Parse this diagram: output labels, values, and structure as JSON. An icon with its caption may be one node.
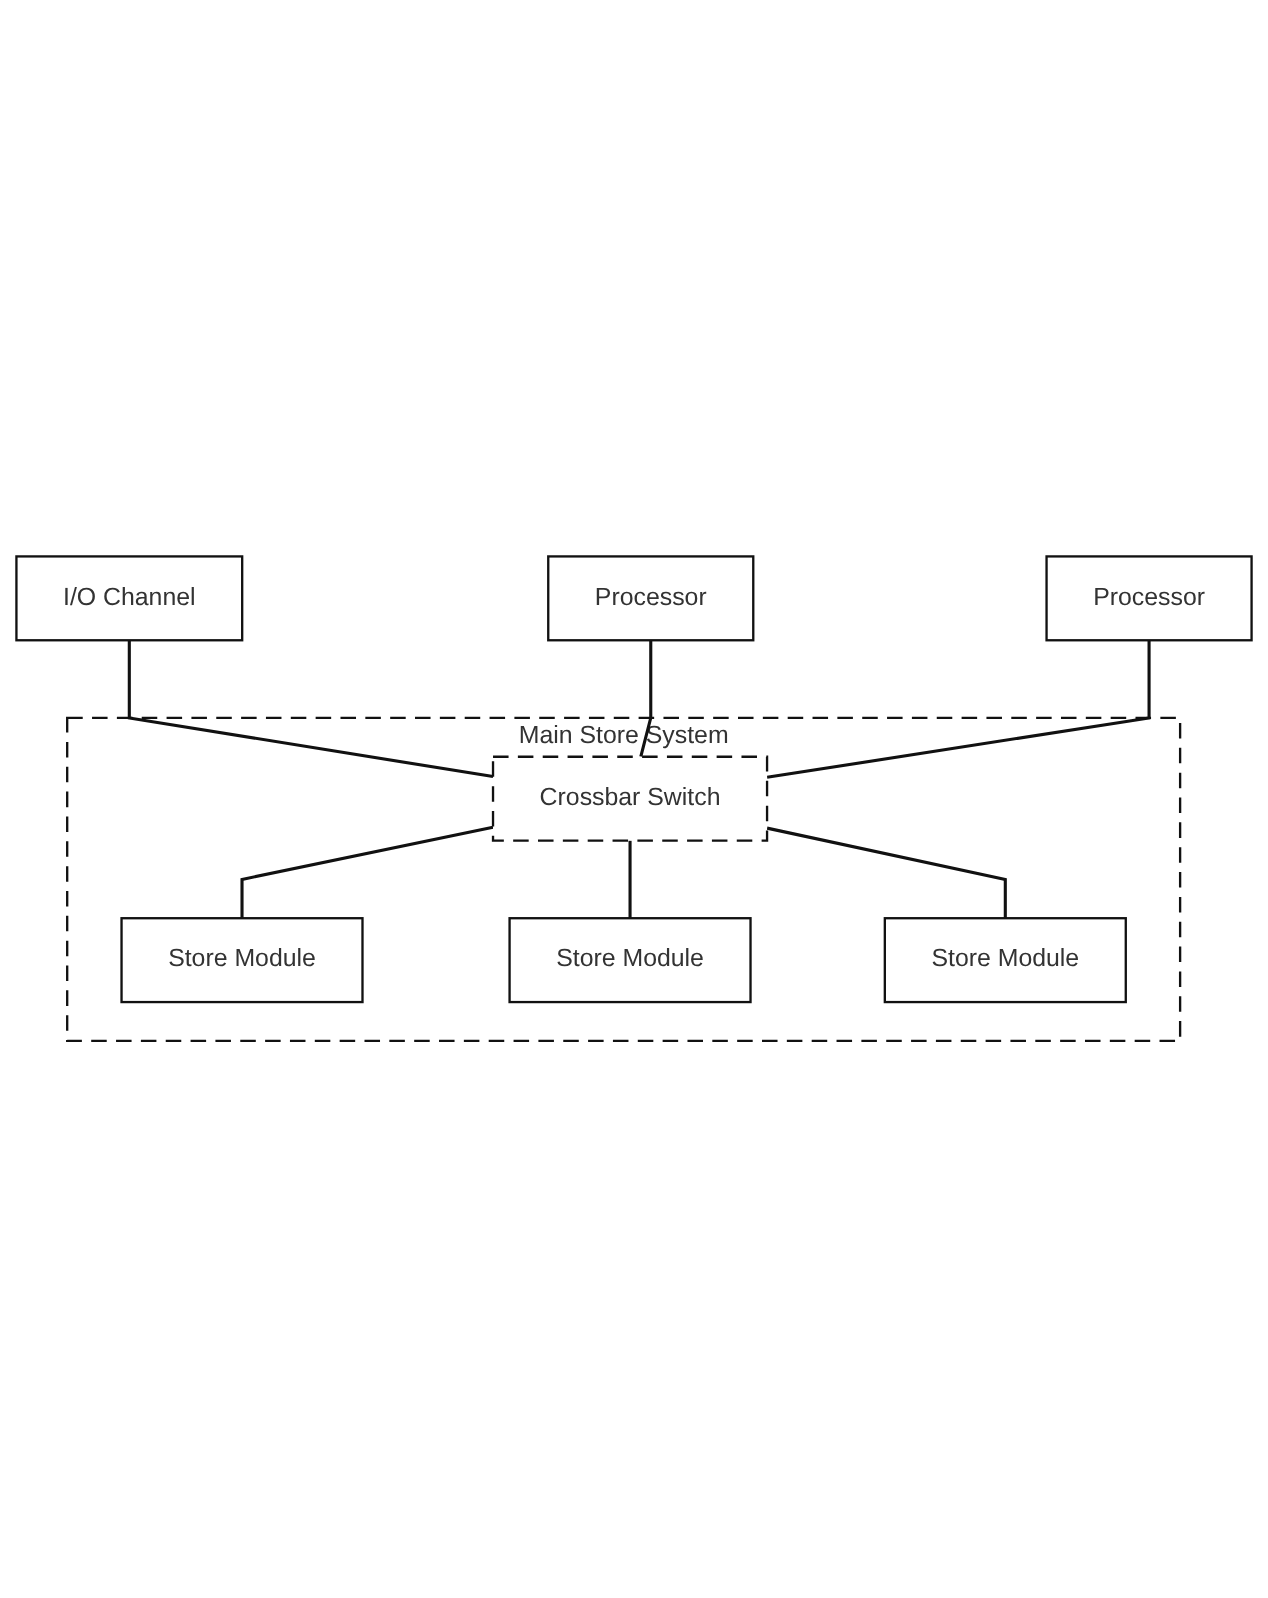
{
  "diagram": {
    "nodes": [
      {
        "text": [
          "I/O Channel"
        ]
      },
      {
        "text": [
          "Processor"
        ]
      },
      {
        "text": [
          "Processor"
        ]
      },
      {
        "text": [
          "Main Store System"
        ]
      },
      {
        "text": [
          "Crossbar Switch"
        ],
        "in": 3
      },
      {
        "text": [
          "Store Module"
        ],
        "in": 3
      },
      {
        "text": [
          "Store Module"
        ],
        "in": 3
      },
      {
        "text": [
          "Store Module"
        ],
        "in": 3
      }
    ],
    "edges": [
      {
        "from": 0,
        "to": 4,
        "arrow": "none"
      },
      {
        "from": 1,
        "to": 4,
        "arrow": "none"
      },
      {
        "from": 2,
        "to": 4,
        "arrow": "none"
      },
      {
        "from": 4,
        "to": 5,
        "arrow": "none"
      },
      {
        "from": 4,
        "to": 6,
        "arrow": "none"
      },
      {
        "from": 4,
        "to": 7,
        "arrow": "none"
      }
    ]
  }
}
